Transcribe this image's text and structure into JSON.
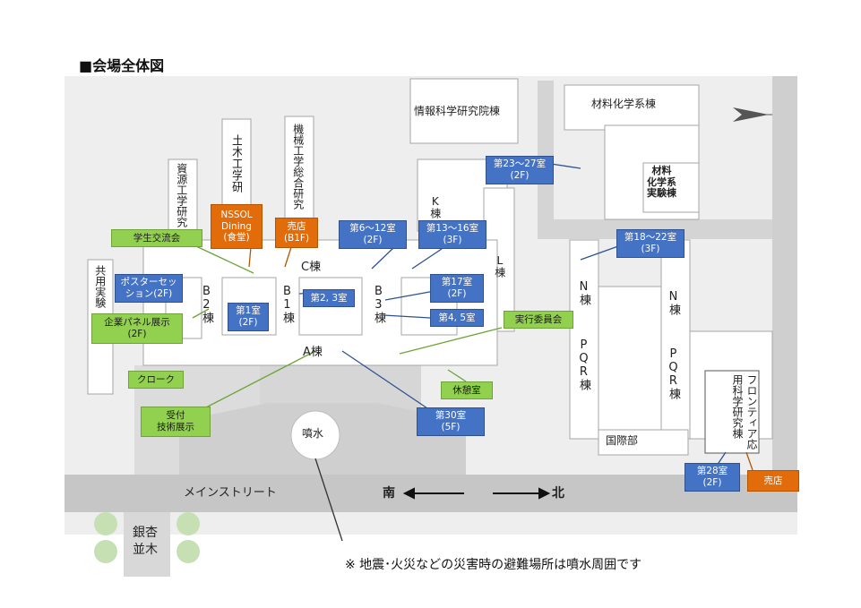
{
  "title": "■会場全体図",
  "buildings": {
    "joho": "情報科学研究院棟",
    "zairyo": "材料化学系棟",
    "zairyo_jikken": "材料\n化学系\n実験棟",
    "doboku": "土木工学研",
    "kikai": "機械工学総合研究",
    "shigen": "資源工学研究",
    "kyoyo": "共用実験",
    "k": "K棟",
    "l": "L棟",
    "c": "C棟",
    "a": "A棟",
    "b2": "B2棟",
    "b1": "B1棟",
    "b3": "B3棟",
    "n_left": "N棟",
    "pqr_left": "PQR棟",
    "n_right": "N棟",
    "pqr_right": "PQR棟",
    "kokusai": "国際部",
    "frontier": "フロンティア応用科学研究棟",
    "fountain": "噴水",
    "main_street": "メインストリート",
    "ginkgo": "銀杏\n並木",
    "south": "南",
    "north": "北"
  },
  "callouts": {
    "r23_27": "第23～27室\n(2F)",
    "r18_22": "第18～22室\n(3F)",
    "r6_12": "第6～12室\n(2F)",
    "r13_16": "第13～16室\n(3F)",
    "r17": "第17室\n(2F)",
    "r4_5": "第4, 5室",
    "r2_3": "第2, 3室",
    "r1": "第1室\n(2F)",
    "poster": "ポスターセッ\nション(2F)",
    "r30": "第30室\n(5F)",
    "r28": "第28室\n(2F)",
    "nssol": "NSSOL\nDining\n(食堂)",
    "shop_b1f": "売店\n(B1F)",
    "shop": "売店",
    "student": "学生交流会",
    "panel": "企業パネル展示\n(2F)",
    "cloak": "クローク",
    "reception": "受付\n技術展示",
    "rest": "休憩室",
    "committee": "実行委員会"
  },
  "note": "※ 地震･火災などの災害時の避難場所は噴水周囲です",
  "colors": {
    "blue": "#4472c4",
    "orange": "#e36c0a",
    "green": "#92d050",
    "road": "#c8c8c8",
    "ground": "#ececec"
  }
}
